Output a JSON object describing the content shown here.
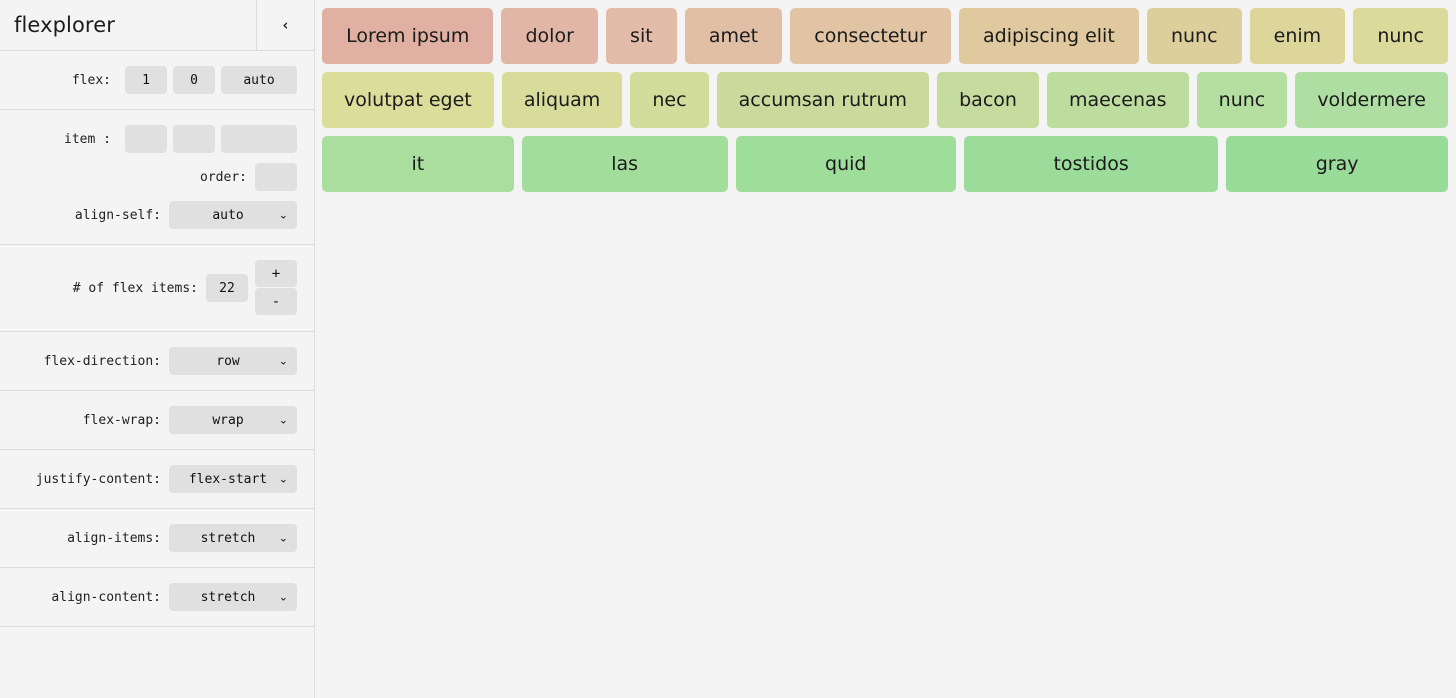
{
  "app": {
    "title": "flexplorer",
    "collapse_icon": "chevron-left-icon",
    "collapse_glyph": "‹"
  },
  "sidebar": {
    "sections": [
      {
        "id": "flex-shorthand",
        "rows": [
          {
            "label": "flex:",
            "fields": [
              {
                "name": "flex-grow-input",
                "value": "1"
              },
              {
                "name": "flex-shrink-input",
                "value": "0"
              },
              {
                "name": "flex-basis-input",
                "value": "auto"
              }
            ]
          }
        ]
      },
      {
        "id": "item-properties",
        "rows": [
          {
            "label": "item :",
            "fields": [
              {
                "name": "item-grow-input",
                "value": ""
              },
              {
                "name": "item-shrink-input",
                "value": ""
              },
              {
                "name": "item-basis-input",
                "value": ""
              }
            ]
          },
          {
            "label": "order:",
            "fields": [
              {
                "name": "order-input",
                "value": ""
              }
            ]
          },
          {
            "label": "align-self:",
            "select": {
              "name": "align-self-select",
              "value": "auto"
            }
          }
        ]
      },
      {
        "id": "item-count",
        "rows": [
          {
            "label": "# of flex items:",
            "fields": [
              {
                "name": "flex-item-count-input",
                "value": "22"
              }
            ],
            "stepper": {
              "increment_label": "+",
              "decrement_label": "-"
            }
          }
        ]
      },
      {
        "id": "flex-direction",
        "rows": [
          {
            "label": "flex-direction:",
            "select": {
              "name": "flex-direction-select",
              "value": "row"
            }
          }
        ]
      },
      {
        "id": "flex-wrap",
        "rows": [
          {
            "label": "flex-wrap:",
            "select": {
              "name": "flex-wrap-select",
              "value": "wrap"
            }
          }
        ]
      },
      {
        "id": "justify-content",
        "rows": [
          {
            "label": "justify-content:",
            "select": {
              "name": "justify-content-select",
              "value": "flex-start"
            }
          }
        ]
      },
      {
        "id": "align-items",
        "rows": [
          {
            "label": "align-items:",
            "select": {
              "name": "align-items-select",
              "value": "stretch"
            }
          }
        ]
      },
      {
        "id": "align-content",
        "rows": [
          {
            "label": "align-content:",
            "select": {
              "name": "align-content-select",
              "value": "stretch"
            }
          }
        ]
      }
    ]
  },
  "main": {
    "flex_items": [
      {
        "label": "Lorem ipsum",
        "color": "#e0b0a2"
      },
      {
        "label": "dolor",
        "color": "#e1b6a6"
      },
      {
        "label": "sit",
        "color": "#e2bba9"
      },
      {
        "label": "amet",
        "color": "#e0bfa5"
      },
      {
        "label": "consectetur",
        "color": "#e1c4a3"
      },
      {
        "label": "adipiscing elit",
        "color": "#e0c99e"
      },
      {
        "label": "nunc",
        "color": "#ddcf9c"
      },
      {
        "label": "enim",
        "color": "#ddd69b"
      },
      {
        "label": "nunc",
        "color": "#dcda9a"
      },
      {
        "label": "volutpat eget",
        "color": "#dbdd9a"
      },
      {
        "label": "aliquam",
        "color": "#d7dc9b"
      },
      {
        "label": "nec",
        "color": "#d2dc9b"
      },
      {
        "label": "accumsan rutrum",
        "color": "#cbda9c"
      },
      {
        "label": "bacon",
        "color": "#c5dc9e"
      },
      {
        "label": "maecenas",
        "color": "#bddd9f"
      },
      {
        "label": "nunc",
        "color": "#b5dea1"
      },
      {
        "label": "voldermere",
        "color": "#afdea3"
      },
      {
        "label": "it",
        "color": "#a9de9f"
      },
      {
        "label": "las",
        "color": "#a3dd9c"
      },
      {
        "label": "quid",
        "color": "#9fdd9b"
      },
      {
        "label": "tostidos",
        "color": "#9bdc9a"
      },
      {
        "label": "gray",
        "color": "#99dc9a"
      }
    ]
  }
}
